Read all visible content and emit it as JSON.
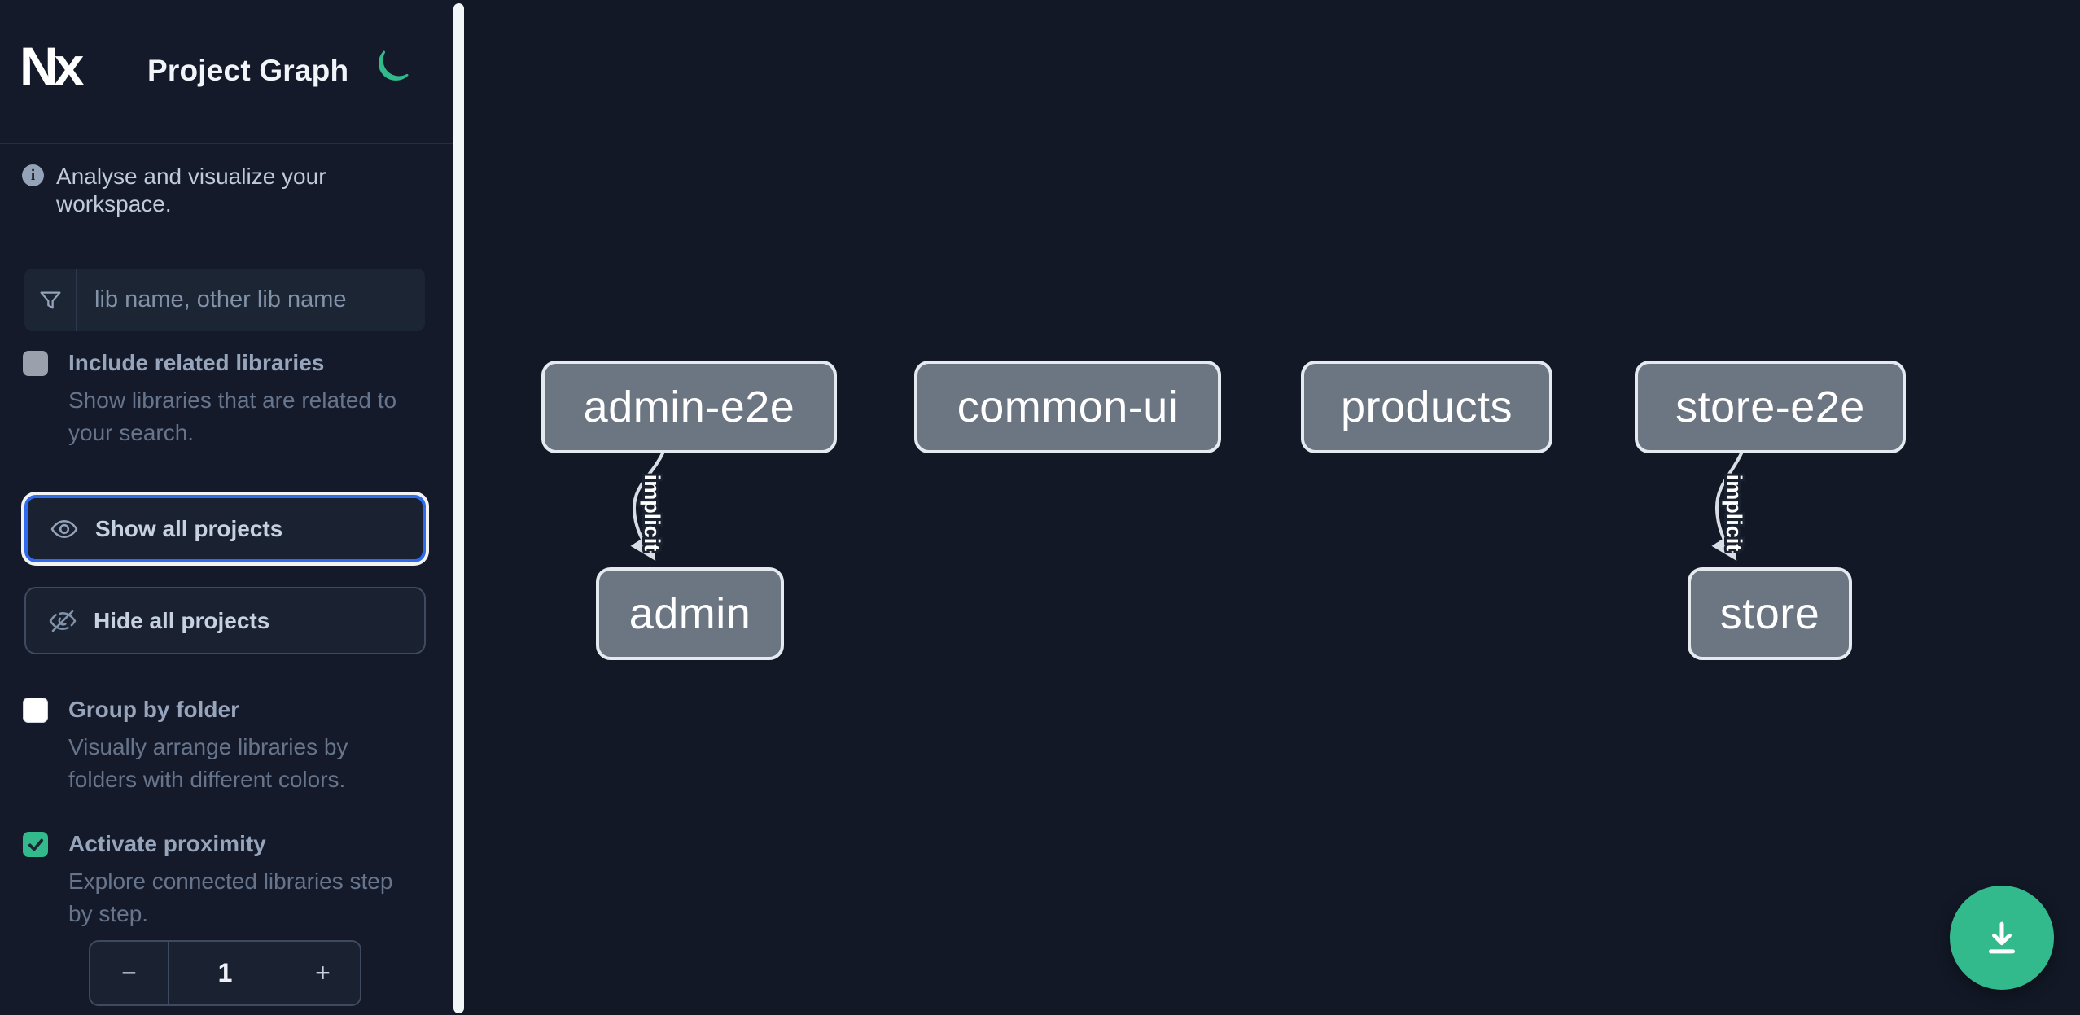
{
  "header": {
    "logo_text": "Nx",
    "title": "Project Graph",
    "theme_icon": "moon-icon"
  },
  "sidebar": {
    "info_text": "Analyse and visualize your workspace.",
    "filter": {
      "placeholder": "lib name, other lib name",
      "value": ""
    },
    "include_related": {
      "label": "Include related libraries",
      "description": "Show libraries that are related to your search.",
      "checked": false
    },
    "actions": {
      "show_all": "Show all projects",
      "hide_all": "Hide all projects"
    },
    "group_by_folder": {
      "label": "Group by folder",
      "description": "Visually arrange libraries by folders with different colors.",
      "checked": false
    },
    "activate_proximity": {
      "label": "Activate proximity",
      "description": "Explore connected libraries step by step.",
      "checked": true
    },
    "proximity_stepper": {
      "decrement": "−",
      "value": "1",
      "increment": "+"
    }
  },
  "graph": {
    "nodes": [
      {
        "id": "admin-e2e",
        "label": "admin-e2e"
      },
      {
        "id": "common-ui",
        "label": "common-ui"
      },
      {
        "id": "products",
        "label": "products"
      },
      {
        "id": "store-e2e",
        "label": "store-e2e"
      },
      {
        "id": "admin",
        "label": "admin"
      },
      {
        "id": "store",
        "label": "store"
      }
    ],
    "edges": [
      {
        "source": "admin-e2e",
        "target": "admin",
        "label": "implicit"
      },
      {
        "source": "store-e2e",
        "target": "store",
        "label": "implicit"
      }
    ]
  },
  "fab": {
    "icon": "download-icon"
  },
  "colors": {
    "accent_green": "#33ba8c",
    "focus_blue": "#2f6beb",
    "node_fill": "#6c7582",
    "node_border": "#e5eaf0",
    "sidebar_bg": "#141a29",
    "canvas_bg": "#121826"
  }
}
